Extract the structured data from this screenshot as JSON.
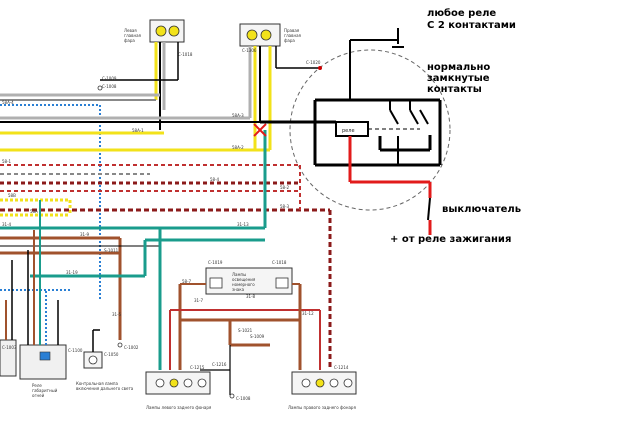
{
  "annotations": {
    "relay_line1": "любое реле",
    "relay_line2": "С 2 контактами",
    "nc_line1": "нормально",
    "nc_line2": "замкнутые",
    "nc_line3": "контакты",
    "relay_label": "реле",
    "switch": "выключатель",
    "ignition": "+ от реле зажигания"
  },
  "components": {
    "left_headlamp": [
      "Левая",
      "главная",
      "фара"
    ],
    "right_headlamp": [
      "Правая",
      "главная",
      "фара"
    ],
    "plate_lamps": [
      "Лампы",
      "освещения",
      "номерного",
      "знака"
    ],
    "left_rear": "Лампы левого заднего фонаря",
    "right_rear": "Лампы правого заднего фонаря",
    "side_relay": [
      "Реле",
      "габаритный",
      "огней"
    ],
    "control_lamp": [
      "Контрольная лампа",
      "включения дальнего света"
    ]
  },
  "connectors": {
    "c1": "C-1009",
    "c2": "C-1008",
    "c3": "C-1018",
    "c4": "C-1306",
    "c5": "C-1020",
    "c6": "C-1005",
    "c7": "C-1006",
    "c8": "C-1100",
    "c9": "C-1215",
    "c10": "C-1216",
    "c11": "C-1214",
    "c12": "C-1008",
    "c13": "C-1019",
    "c14": "C-1018",
    "c15": "C-1050",
    "c16": "C-1003",
    "c17": "C-1002"
  },
  "wires": {
    "w1": "58A-3",
    "w2": "58A-1",
    "w3": "58A-2",
    "w4": "58A-4",
    "w5": "58-4",
    "w6": "58-2",
    "w7": "58-1",
    "w8": "58-3",
    "w9": "31-5",
    "w10": "31-13",
    "w11": "31-19",
    "w12": "31-9",
    "w13": "31-4",
    "w14": "58B",
    "w15": "58A",
    "w16": "S-1011",
    "w17": "S-1021",
    "w18": "S-1009",
    "w19": "31-7",
    "w20": "31-8",
    "w21": "31-12",
    "w22": "58-7"
  },
  "colors": {
    "black": "#000000",
    "red": "#e21b1b",
    "yellow": "#f2e21a",
    "brown": "#a0522d",
    "teal": "#1a9c8c",
    "blue": "#2a7fd4",
    "grey": "#b0b0b0",
    "darkred": "#8b1a1a"
  }
}
